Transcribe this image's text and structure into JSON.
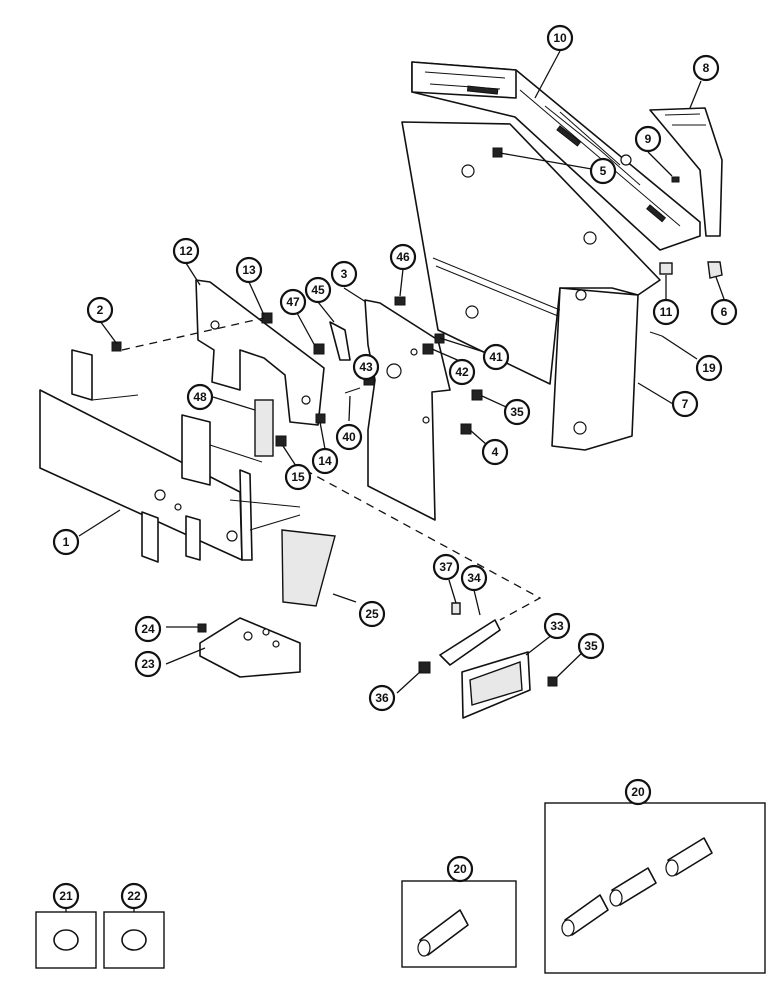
{
  "diagram": {
    "callouts": [
      "10",
      "8",
      "9",
      "5",
      "12",
      "13",
      "3",
      "46",
      "2",
      "47",
      "45",
      "11",
      "6",
      "41",
      "42",
      "43",
      "19",
      "48",
      "7",
      "35",
      "40",
      "14",
      "4",
      "15",
      "1",
      "25",
      "37",
      "34",
      "24",
      "23",
      "33",
      "35",
      "36",
      "20",
      "20",
      "21",
      "22"
    ]
  },
  "colors": {
    "line": "#111111",
    "background": "#ffffff",
    "shade": "#e8e8e8"
  }
}
